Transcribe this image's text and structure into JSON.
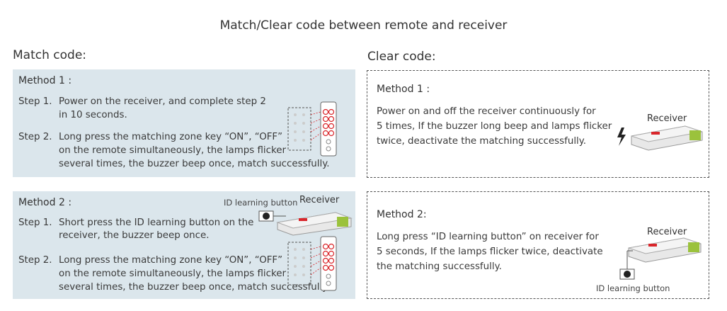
{
  "title": "Match/Clear code between remote and receiver",
  "match": {
    "heading": "Match code:",
    "method1": {
      "label": "Method 1 :",
      "step1_label": "Step 1.",
      "step1_line1": "Power on the receiver, and complete step 2",
      "step1_line2": "in 10 seconds.",
      "step2_label": "Step 2.",
      "step2_line1": "Long press the matching zone key “ON”, “OFF”",
      "step2_line2": "on the remote simultaneously, the lamps flicker",
      "step2_line3": "several times, the buzzer beep once, match successfully."
    },
    "method2": {
      "label": "Method 2 :",
      "id_button_caption": "ID learning button",
      "receiver_caption": "Receiver",
      "step1_label": "Step 1.",
      "step1_line1": "Short press the ID learning button on the",
      "step1_line2": "receiver, the buzzer beep once.",
      "step2_label": "Step 2.",
      "step2_line1": "Long press the matching zone key “ON”, “OFF”",
      "step2_line2": "on the remote simultaneously, the lamps flicker",
      "step2_line3": "several times, the buzzer beep once, match successfully."
    }
  },
  "clear": {
    "heading": "Clear code:",
    "method1": {
      "label": "Method 1 :",
      "line1": "Power on and off the receiver continuously for",
      "line2": "5 times, If the buzzer long beep and lamps flicker",
      "line3": "twice, deactivate the matching successfully.",
      "receiver_caption": "Receiver"
    },
    "method2": {
      "label": "Method 2:",
      "line1": "Long press “ID learning button” on receiver for",
      "line2": "5 seconds, If the lamps flicker twice, deactivate",
      "line3": "the matching successfully.",
      "receiver_caption": "Receiver",
      "id_button_caption": "ID learning button"
    }
  },
  "colors": {
    "panel_blue": "#dbe6ec",
    "highlight_red": "#d9262b"
  }
}
